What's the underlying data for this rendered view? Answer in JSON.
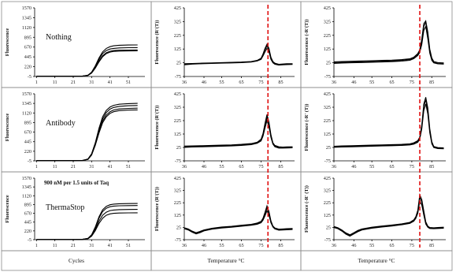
{
  "figure": {
    "col_labels": [
      "Cycles",
      "Temperature °C",
      "Temperature °C"
    ],
    "melt_line_color": "#e01010"
  },
  "chart_data": [
    {
      "type": "line",
      "panel": "amplification-nothing",
      "row": 0,
      "col": 0,
      "label": "Nothing",
      "ylabel": "Fluorescence",
      "ylim": [
        -5,
        1570
      ],
      "xlim": [
        0,
        60
      ],
      "yticks": [
        "1570",
        "1345",
        "1120",
        "895",
        "670",
        "445",
        "220",
        "-5"
      ],
      "xticks": [
        "1",
        "11",
        "21",
        "31",
        "41",
        "51"
      ],
      "x": [
        1,
        6,
        11,
        16,
        21,
        26,
        29,
        31,
        33,
        35,
        37,
        39,
        41,
        43,
        46,
        51,
        56
      ],
      "series": [
        {
          "values": [
            0,
            0,
            0,
            0,
            0,
            3,
            25,
            95,
            240,
            420,
            560,
            640,
            680,
            700,
            712,
            718,
            720
          ]
        },
        {
          "values": [
            0,
            0,
            0,
            0,
            0,
            3,
            22,
            88,
            220,
            390,
            520,
            590,
            625,
            640,
            650,
            655,
            657
          ]
        },
        {
          "values": [
            0,
            0,
            0,
            0,
            0,
            2,
            20,
            80,
            200,
            350,
            470,
            540,
            575,
            590,
            598,
            602,
            604
          ]
        },
        {
          "values": [
            0,
            0,
            0,
            0,
            0,
            2,
            18,
            72,
            185,
            330,
            450,
            520,
            555,
            570,
            578,
            582,
            584
          ]
        }
      ]
    },
    {
      "type": "line",
      "panel": "melt-nothing",
      "row": 0,
      "col": 1,
      "ylabel": "Fluorescence (R'(T))",
      "ylim": [
        -75,
        425
      ],
      "xlim": [
        36,
        92
      ],
      "yticks": [
        "425",
        "325",
        "225",
        "125",
        "25",
        "-75"
      ],
      "xticks": [
        "36",
        "46",
        "55",
        "65",
        "75",
        "85"
      ],
      "melt_x": 78.5,
      "x": [
        36,
        40,
        45,
        50,
        55,
        60,
        65,
        70,
        73,
        75,
        76,
        77,
        78,
        79,
        80,
        81,
        82,
        84,
        86,
        88,
        91
      ],
      "series": [
        {
          "values": [
            14,
            18,
            20,
            22,
            24,
            26,
            28,
            32,
            40,
            55,
            85,
            120,
            150,
            120,
            60,
            30,
            18,
            10,
            12,
            14,
            15
          ]
        },
        {
          "values": [
            10,
            15,
            18,
            20,
            22,
            24,
            26,
            30,
            38,
            50,
            75,
            105,
            130,
            105,
            50,
            25,
            14,
            8,
            10,
            12,
            13
          ]
        },
        {
          "values": [
            18,
            20,
            22,
            24,
            26,
            28,
            30,
            34,
            42,
            58,
            90,
            130,
            160,
            130,
            65,
            34,
            22,
            14,
            16,
            18,
            18
          ]
        }
      ]
    },
    {
      "type": "line",
      "panel": "melt-nothing-neg",
      "row": 0,
      "col": 2,
      "ylabel": "Fluorescence (-R'(T))",
      "ylim": [
        -75,
        425
      ],
      "xlim": [
        36,
        92
      ],
      "yticks": [
        "425",
        "325",
        "225",
        "125",
        "25",
        "-75"
      ],
      "xticks": [
        "36",
        "46",
        "55",
        "65",
        "75",
        "85"
      ],
      "melt_x": 79,
      "x": [
        36,
        40,
        45,
        50,
        55,
        60,
        65,
        70,
        74,
        76,
        78,
        79,
        80,
        81,
        82,
        83,
        84,
        85,
        86,
        88,
        91
      ],
      "series": [
        {
          "values": [
            26,
            28,
            30,
            32,
            34,
            36,
            38,
            42,
            48,
            60,
            85,
            110,
            180,
            290,
            320,
            230,
            110,
            50,
            28,
            20,
            18
          ]
        },
        {
          "values": [
            20,
            23,
            25,
            27,
            29,
            31,
            33,
            37,
            43,
            55,
            78,
            100,
            160,
            260,
            290,
            200,
            95,
            42,
            24,
            17,
            15
          ]
        },
        {
          "values": [
            32,
            34,
            36,
            38,
            40,
            42,
            44,
            48,
            54,
            66,
            92,
            120,
            200,
            310,
            330,
            250,
            125,
            60,
            34,
            26,
            24
          ]
        }
      ]
    },
    {
      "type": "line",
      "panel": "amplification-antibody",
      "row": 1,
      "col": 0,
      "label": "Antibody",
      "ylabel": "Fluorescence",
      "ylim": [
        -5,
        1570
      ],
      "xlim": [
        0,
        60
      ],
      "yticks": [
        "1570",
        "1345",
        "1120",
        "895",
        "670",
        "445",
        "220",
        "-5"
      ],
      "xticks": [
        "1",
        "11",
        "21",
        "31",
        "41",
        "51"
      ],
      "x": [
        1,
        6,
        11,
        16,
        21,
        26,
        29,
        31,
        33,
        35,
        37,
        39,
        41,
        43,
        46,
        51,
        56
      ],
      "series": [
        {
          "values": [
            0,
            0,
            0,
            0,
            0,
            4,
            40,
            160,
            420,
            760,
            1030,
            1180,
            1260,
            1300,
            1325,
            1340,
            1345
          ]
        },
        {
          "values": [
            0,
            0,
            0,
            0,
            0,
            4,
            36,
            150,
            400,
            720,
            980,
            1130,
            1210,
            1250,
            1275,
            1290,
            1295
          ]
        },
        {
          "values": [
            0,
            0,
            0,
            0,
            0,
            3,
            32,
            140,
            380,
            680,
            930,
            1070,
            1150,
            1190,
            1215,
            1228,
            1232
          ]
        },
        {
          "values": [
            0,
            0,
            0,
            0,
            0,
            3,
            28,
            130,
            360,
            650,
            890,
            1030,
            1110,
            1150,
            1175,
            1188,
            1192
          ]
        }
      ]
    },
    {
      "type": "line",
      "panel": "melt-antibody",
      "row": 1,
      "col": 1,
      "ylabel": "Fluorescence (R'(T))",
      "ylim": [
        -75,
        425
      ],
      "xlim": [
        36,
        92
      ],
      "yticks": [
        "425",
        "325",
        "225",
        "125",
        "25",
        "-75"
      ],
      "xticks": [
        "36",
        "46",
        "55",
        "65",
        "75",
        "85"
      ],
      "melt_x": 79,
      "x": [
        36,
        40,
        45,
        50,
        55,
        60,
        65,
        70,
        73,
        75,
        76,
        77,
        78,
        79,
        80,
        81,
        82,
        84,
        86,
        88,
        91
      ],
      "series": [
        {
          "values": [
            30,
            32,
            34,
            36,
            38,
            40,
            44,
            50,
            60,
            80,
            120,
            190,
            250,
            200,
            110,
            55,
            35,
            25,
            24,
            25,
            26
          ]
        },
        {
          "values": [
            25,
            28,
            30,
            32,
            34,
            36,
            40,
            46,
            56,
            74,
            110,
            170,
            225,
            180,
            100,
            50,
            30,
            20,
            20,
            21,
            22
          ]
        },
        {
          "values": [
            35,
            36,
            38,
            40,
            42,
            44,
            48,
            54,
            64,
            86,
            130,
            205,
            270,
            215,
            120,
            60,
            40,
            30,
            28,
            29,
            30
          ]
        }
      ]
    },
    {
      "type": "line",
      "panel": "melt-antibody-neg",
      "row": 1,
      "col": 2,
      "ylabel": "Fluorescence (-R' (T))",
      "ylim": [
        -75,
        425
      ],
      "xlim": [
        36,
        92
      ],
      "yticks": [
        "425",
        "325",
        "225",
        "125",
        "25",
        "-75"
      ],
      "xticks": [
        "36",
        "46",
        "55",
        "65",
        "75",
        "85"
      ],
      "melt_x": 79,
      "x": [
        36,
        40,
        45,
        50,
        55,
        60,
        65,
        70,
        74,
        76,
        78,
        79,
        80,
        81,
        82,
        83,
        84,
        85,
        86,
        88,
        91
      ],
      "series": [
        {
          "values": [
            30,
            32,
            34,
            36,
            38,
            40,
            42,
            44,
            48,
            55,
            70,
            95,
            180,
            330,
            380,
            300,
            150,
            60,
            28,
            20,
            18
          ]
        },
        {
          "values": [
            26,
            28,
            30,
            32,
            34,
            36,
            38,
            40,
            44,
            50,
            64,
            88,
            165,
            300,
            350,
            275,
            135,
            52,
            24,
            17,
            15
          ]
        },
        {
          "values": [
            34,
            36,
            38,
            40,
            42,
            44,
            46,
            48,
            52,
            60,
            76,
            102,
            195,
            350,
            400,
            320,
            165,
            68,
            32,
            24,
            22
          ]
        }
      ]
    },
    {
      "type": "line",
      "panel": "amplification-thermastop",
      "row": 2,
      "col": 0,
      "label": "ThermaStop",
      "note": "900 nM per 1.5 units of Taq",
      "ylabel": "Fluorescence",
      "ylim": [
        -5,
        1570
      ],
      "xlim": [
        0,
        60
      ],
      "yticks": [
        "1570",
        "1345",
        "1120",
        "895",
        "670",
        "445",
        "220",
        "-5"
      ],
      "xticks": [
        "1",
        "11",
        "21",
        "31",
        "41",
        "51"
      ],
      "x": [
        1,
        6,
        11,
        16,
        21,
        26,
        29,
        31,
        33,
        35,
        37,
        39,
        41,
        43,
        46,
        51,
        56
      ],
      "series": [
        {
          "values": [
            0,
            0,
            0,
            0,
            0,
            3,
            30,
            120,
            320,
            580,
            760,
            850,
            890,
            905,
            915,
            920,
            922
          ]
        },
        {
          "values": [
            0,
            0,
            0,
            0,
            0,
            3,
            28,
            112,
            300,
            545,
            715,
            800,
            840,
            855,
            864,
            868,
            870
          ]
        },
        {
          "values": [
            0,
            0,
            0,
            0,
            0,
            2,
            24,
            98,
            260,
            470,
            620,
            700,
            740,
            755,
            764,
            768,
            770
          ]
        },
        {
          "values": [
            0,
            0,
            0,
            0,
            0,
            2,
            20,
            84,
            225,
            410,
            545,
            620,
            655,
            670,
            678,
            682,
            684
          ]
        }
      ]
    },
    {
      "type": "line",
      "panel": "melt-thermastop",
      "row": 2,
      "col": 1,
      "ylabel": "Fluorescence (R'(T))",
      "ylim": [
        -75,
        425
      ],
      "xlim": [
        36,
        92
      ],
      "yticks": [
        "425",
        "325",
        "225",
        "125",
        "25",
        "-75"
      ],
      "xticks": [
        "36",
        "46",
        "55",
        "65",
        "75",
        "85"
      ],
      "melt_x": 78.5,
      "x": [
        36,
        38,
        40,
        42,
        44,
        46,
        50,
        55,
        60,
        65,
        70,
        73,
        75,
        76,
        77,
        78,
        79,
        80,
        81,
        82,
        84,
        86,
        88,
        91
      ],
      "series": [
        {
          "values": [
            18,
            8,
            -10,
            -22,
            -12,
            0,
            14,
            24,
            30,
            38,
            46,
            55,
            68,
            92,
            135,
            185,
            140,
            70,
            32,
            16,
            6,
            8,
            10,
            12
          ]
        },
        {
          "values": [
            14,
            4,
            -14,
            -28,
            -18,
            -4,
            10,
            20,
            26,
            34,
            42,
            50,
            62,
            84,
            120,
            160,
            124,
            62,
            28,
            12,
            2,
            4,
            6,
            8
          ]
        },
        {
          "values": [
            22,
            12,
            -6,
            -18,
            -8,
            4,
            18,
            28,
            34,
            42,
            50,
            60,
            74,
            100,
            148,
            200,
            155,
            78,
            36,
            20,
            10,
            12,
            14,
            16
          ]
        }
      ]
    },
    {
      "type": "line",
      "panel": "melt-thermastop-neg",
      "row": 2,
      "col": 2,
      "ylabel": "Fluorescence (-R' (T))",
      "ylim": [
        -75,
        425
      ],
      "xlim": [
        36,
        92
      ],
      "yticks": [
        "425",
        "325",
        "225",
        "125",
        "25",
        "-75"
      ],
      "xticks": [
        "36",
        "46",
        "55",
        "65",
        "75",
        "85"
      ],
      "melt_x": 78.5,
      "x": [
        36,
        38,
        40,
        42,
        44,
        46,
        48,
        50,
        55,
        60,
        65,
        70,
        74,
        76,
        77,
        78,
        79,
        80,
        81,
        82,
        83,
        84,
        86,
        88,
        91
      ],
      "series": [
        {
          "values": [
            28,
            18,
            0,
            -25,
            -40,
            -22,
            -5,
            8,
            22,
            32,
            40,
            50,
            62,
            80,
            105,
            150,
            270,
            230,
            140,
            60,
            30,
            20,
            18,
            20,
            22
          ]
        },
        {
          "values": [
            24,
            14,
            -5,
            -30,
            -46,
            -28,
            -10,
            4,
            18,
            28,
            36,
            46,
            58,
            75,
            98,
            140,
            240,
            205,
            125,
            52,
            26,
            16,
            14,
            16,
            18
          ]
        },
        {
          "values": [
            32,
            22,
            4,
            -20,
            -35,
            -18,
            0,
            12,
            26,
            36,
            44,
            54,
            66,
            86,
            112,
            165,
            290,
            250,
            160,
            70,
            35,
            24,
            22,
            24,
            26
          ]
        }
      ]
    }
  ]
}
